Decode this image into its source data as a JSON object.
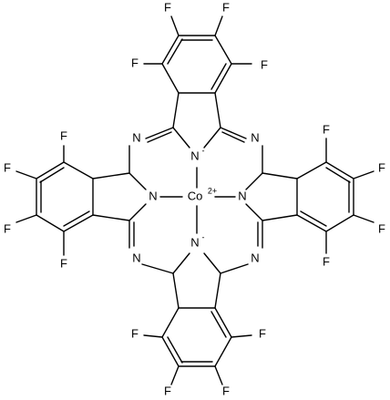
{
  "molecule": {
    "atom_labels": {
      "fluorine": "F",
      "nitrogen": "N",
      "nitrogen_anion": "N",
      "anion_charge": "-",
      "cobalt": "Co",
      "cobalt_charge": "2+"
    }
  }
}
